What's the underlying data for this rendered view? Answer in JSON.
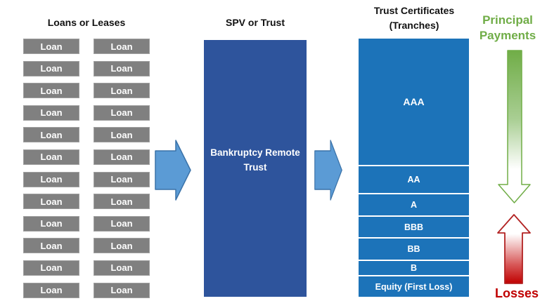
{
  "left_panel": {
    "header": "Loans or Leases",
    "loan_label": "Loan",
    "columns": 2,
    "rows_per_column": 12
  },
  "spv_panel": {
    "header": "SPV or Trust",
    "box_label_line1": "Bankruptcy Remote",
    "box_label_line2": "Trust"
  },
  "tranche_panel": {
    "header_line1": "Trust Certificates",
    "header_line2": "(Tranches)",
    "tranches": [
      {
        "label": "AAA",
        "height": 180
      },
      {
        "label": "AA",
        "height": 40
      },
      {
        "label": "A",
        "height": 32
      },
      {
        "label": "BBB",
        "height": 31
      },
      {
        "label": "BB",
        "height": 32
      },
      {
        "label": "B",
        "height": 22
      },
      {
        "label": "Equity (First Loss)",
        "height": 31
      }
    ]
  },
  "flow_labels": {
    "principal_line1": "Principal",
    "principal_line2": "Payments",
    "losses": "Losses"
  },
  "colors": {
    "loan_gray": "#808080",
    "spv_blue": "#2E549C",
    "tranche_blue": "#1C73B9",
    "arrow_blue_fill": "#5B9BD5",
    "arrow_blue_stroke": "#3A72A8",
    "green": "#70AD47",
    "red": "#C00000",
    "red_stroke": "#B22222"
  }
}
